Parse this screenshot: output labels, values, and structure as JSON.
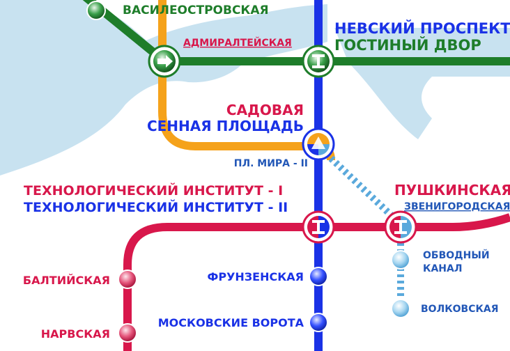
{
  "colors": {
    "water": "#c8e2f0",
    "green_line": "#1e7d2a",
    "orange_line": "#f5a21b",
    "blue_line": "#1a32e6",
    "red_line": "#d8174b",
    "purple_line": "#5aa9dc",
    "label_green": "#1e7d2a",
    "label_red": "#d8174b",
    "label_blue": "#1a32e6",
    "label_purple": "#2257b7"
  },
  "stations": {
    "vasileostrovskaya": "ВАСИЛЕОСТРОВСКАЯ",
    "admiralteyskaya": "АДМИРАЛТЕЙСКАЯ",
    "nevsky_prospekt": "НЕВСКИЙ ПРОСПЕКТ",
    "gostiny_dvor": "ГОСТИНЫЙ ДВОР",
    "sadovaya": "САДОВАЯ",
    "sennaya_ploshchad": "СЕННАЯ ПЛОЩАДЬ",
    "pl_mira": "ПЛ. МИРА - II",
    "tech_institute_1": "ТЕХНОЛОГИЧЕСКИЙ ИНСТИТУТ - I",
    "tech_institute_2": "ТЕХНОЛОГИЧЕСКИЙ ИНСТИТУТ - II",
    "pushkinskaya": "ПУШКИНСКАЯ",
    "zvenigorodskaya": "ЗВЕНИГОРОДСКАЯ",
    "obvodny_1": "ОБВОДНЫЙ",
    "obvodny_2": "КАНАЛ",
    "baltiyskaya": "БАЛТИЙСКАЯ",
    "frunzenskaya": "ФРУНЗЕНСКАЯ",
    "volkovskaya": "ВОЛКОВСКАЯ",
    "narvskaya": "НАРВСКАЯ",
    "moskovskie_vorota": "МОСКОВСКИЕ ВОРОТА"
  },
  "icons": {
    "transfer_icon": "arrow-right",
    "cross_platform_icon": "double-t"
  }
}
